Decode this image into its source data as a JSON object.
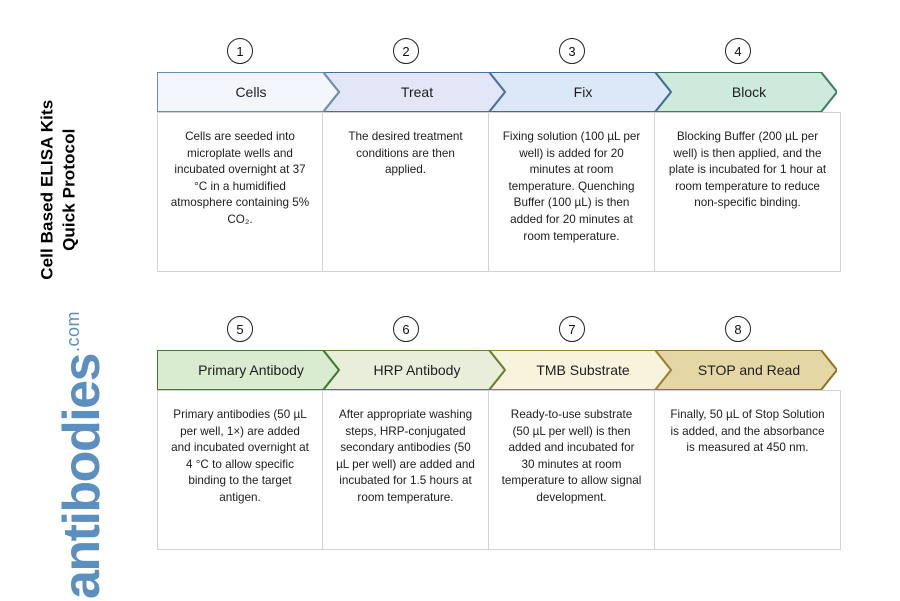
{
  "sidebar": {
    "title_line1": "Cell Based ELISA Kits",
    "title_line2": "Quick Protocol",
    "logo_word": "antibodies",
    "logo_tld": ".com",
    "logo_color": "#5b8fc0"
  },
  "flow": {
    "rows": [
      {
        "steps": [
          {
            "number": "1",
            "label": "Cells",
            "description": "Cells are seeded into microplate wells and incubated overnight at 37 °C in a humidified atmosphere containing 5% CO₂.",
            "fill": "#f3f7fd",
            "stroke": "#6a8caf"
          },
          {
            "number": "2",
            "label": "Treat",
            "description": "The desired treatment conditions are then applied.",
            "fill": "#e2e6f7",
            "stroke": "#4a6fa5"
          },
          {
            "number": "3",
            "label": "Fix",
            "description": "Fixing solution (100 µL per well) is added for 20 minutes at room temperature. Quenching Buffer (100 µL) is then added for 20 minutes at room temperature.",
            "fill": "#dbe8f7",
            "stroke": "#3f6f93"
          },
          {
            "number": "4",
            "label": "Block",
            "description": "Blocking Buffer (200 µL per well) is then applied, and the plate is incubated for 1 hour at room temperature to reduce non-specific binding.",
            "fill": "#cdeadd",
            "stroke": "#3e7a63"
          }
        ]
      },
      {
        "steps": [
          {
            "number": "5",
            "label": "Primary Antibody",
            "description": "Primary antibodies (50 µL per well, 1×) are added and incubated overnight at 4 °C to allow specific binding to the target antigen.",
            "fill": "#d9ecd0",
            "stroke": "#3f7a34"
          },
          {
            "number": "6",
            "label": "HRP Antibody",
            "description": "After appropriate washing steps, HRP-conjugated secondary antibodies (50 µL per well) are added and incubated for 1.5 hours at room temperature.",
            "fill": "#e8eeda",
            "stroke": "#62812f"
          },
          {
            "number": "7",
            "label": "TMB Substrate",
            "description": "Ready-to-use substrate (50 µL per well) is then added and incubated for 30 minutes at room temperature to allow signal development.",
            "fill": "#f8f3dc",
            "stroke": "#9c8230"
          },
          {
            "number": "8",
            "label": "STOP and Read",
            "description": "Finally, 50 µL of Stop Solution is added, and the absorbance is measured at 450 nm.",
            "fill": "#e5d6a6",
            "stroke": "#8d7426"
          }
        ]
      }
    ]
  }
}
